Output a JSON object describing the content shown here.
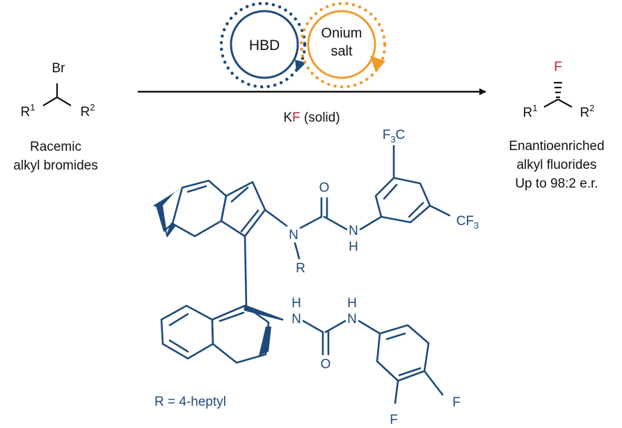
{
  "colors": {
    "navy": "#1d4a7a",
    "orange": "#f19a2c",
    "red": "#c01f3c",
    "black": "#111111"
  },
  "catalysis": {
    "hbd_label": "HBD",
    "onium_line1": "Onium",
    "onium_line2": "salt",
    "reagent_k": "K",
    "reagent_f": "F",
    "reagent_rest": " (solid)"
  },
  "substrate": {
    "atom": "Br",
    "r1": "R",
    "r1_sup": "1",
    "r2": "R",
    "r2_sup": "2",
    "caption_line1": "Racemic",
    "caption_line2": "alkyl bromides"
  },
  "product": {
    "atom": "F",
    "r1": "R",
    "r1_sup": "1",
    "r2": "R",
    "r2_sup": "2",
    "caption_line1": "Enantioenriched",
    "caption_line2": "alkyl fluorides",
    "caption_line3": "Up to 98:2 e.r."
  },
  "catalyst": {
    "cf3_top": "F",
    "cf3_top_sub": "3",
    "cf3_top_tail": "C",
    "cf3_right": "CF",
    "cf3_right_sub": "3",
    "o_upper": "O",
    "n_upper_left": "N",
    "n_upper_right": "N",
    "h_upper_right": "H",
    "r_group": "R",
    "h_lower_left": "H",
    "n_lower_left": "N",
    "h_lower_right": "H",
    "n_lower_right": "N",
    "o_lower": "O",
    "f_right": "F",
    "f_bottom": "F",
    "r_definition": "R = 4-heptyl"
  }
}
